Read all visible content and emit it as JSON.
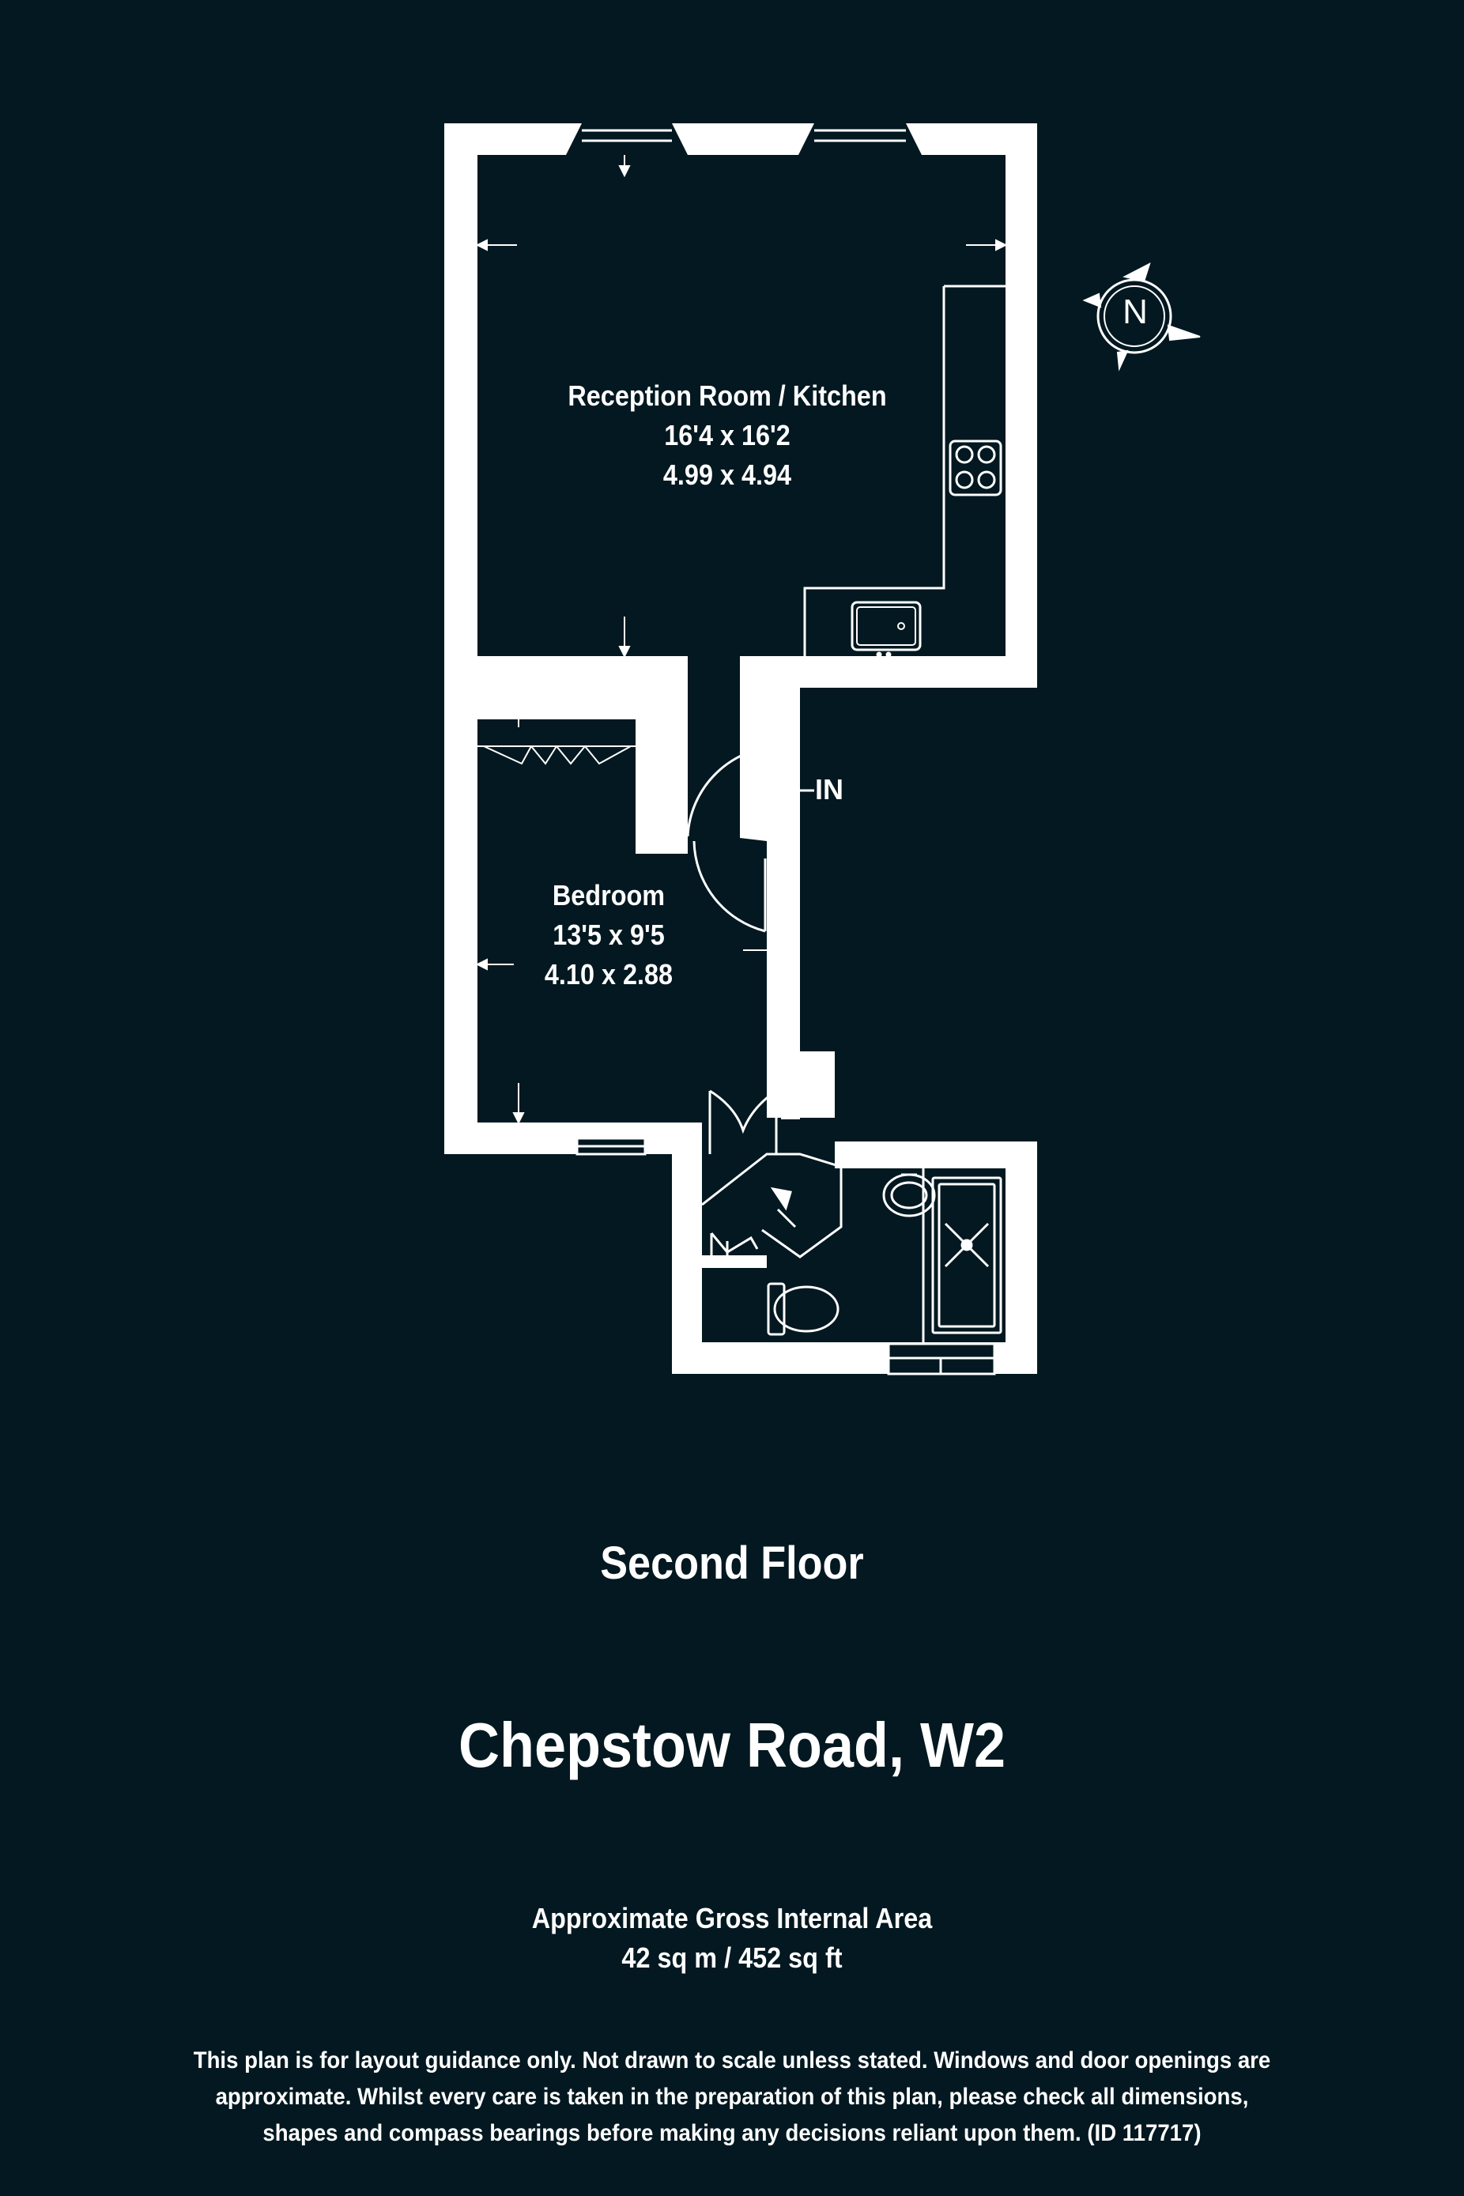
{
  "rooms": [
    {
      "name": "Reception Room / Kitchen",
      "imperial": "16'4 x 16'2",
      "metric": "4.99 x 4.94"
    },
    {
      "name": "Bedroom",
      "imperial": "13'5 x 9'5",
      "metric": "4.10 x 2.88"
    }
  ],
  "entrance_label": "IN",
  "compass_letter": "N",
  "floor": "Second Floor",
  "property": "Chepstow Road, W2",
  "area": {
    "heading": "Approximate Gross Internal Area",
    "value": "42 sq m / 452 sq ft"
  },
  "disclaimer": [
    "This plan is for layout guidance only. Not drawn to scale unless stated. Windows and door openings are",
    "approximate. Whilst every care is taken in the preparation of this plan, please check all dimensions,",
    "shapes and compass bearings before making any decisions reliant upon them. (ID 117717)"
  ],
  "colors": {
    "background": "#031820",
    "walls": "#ffffff",
    "text": "#ffffff"
  }
}
